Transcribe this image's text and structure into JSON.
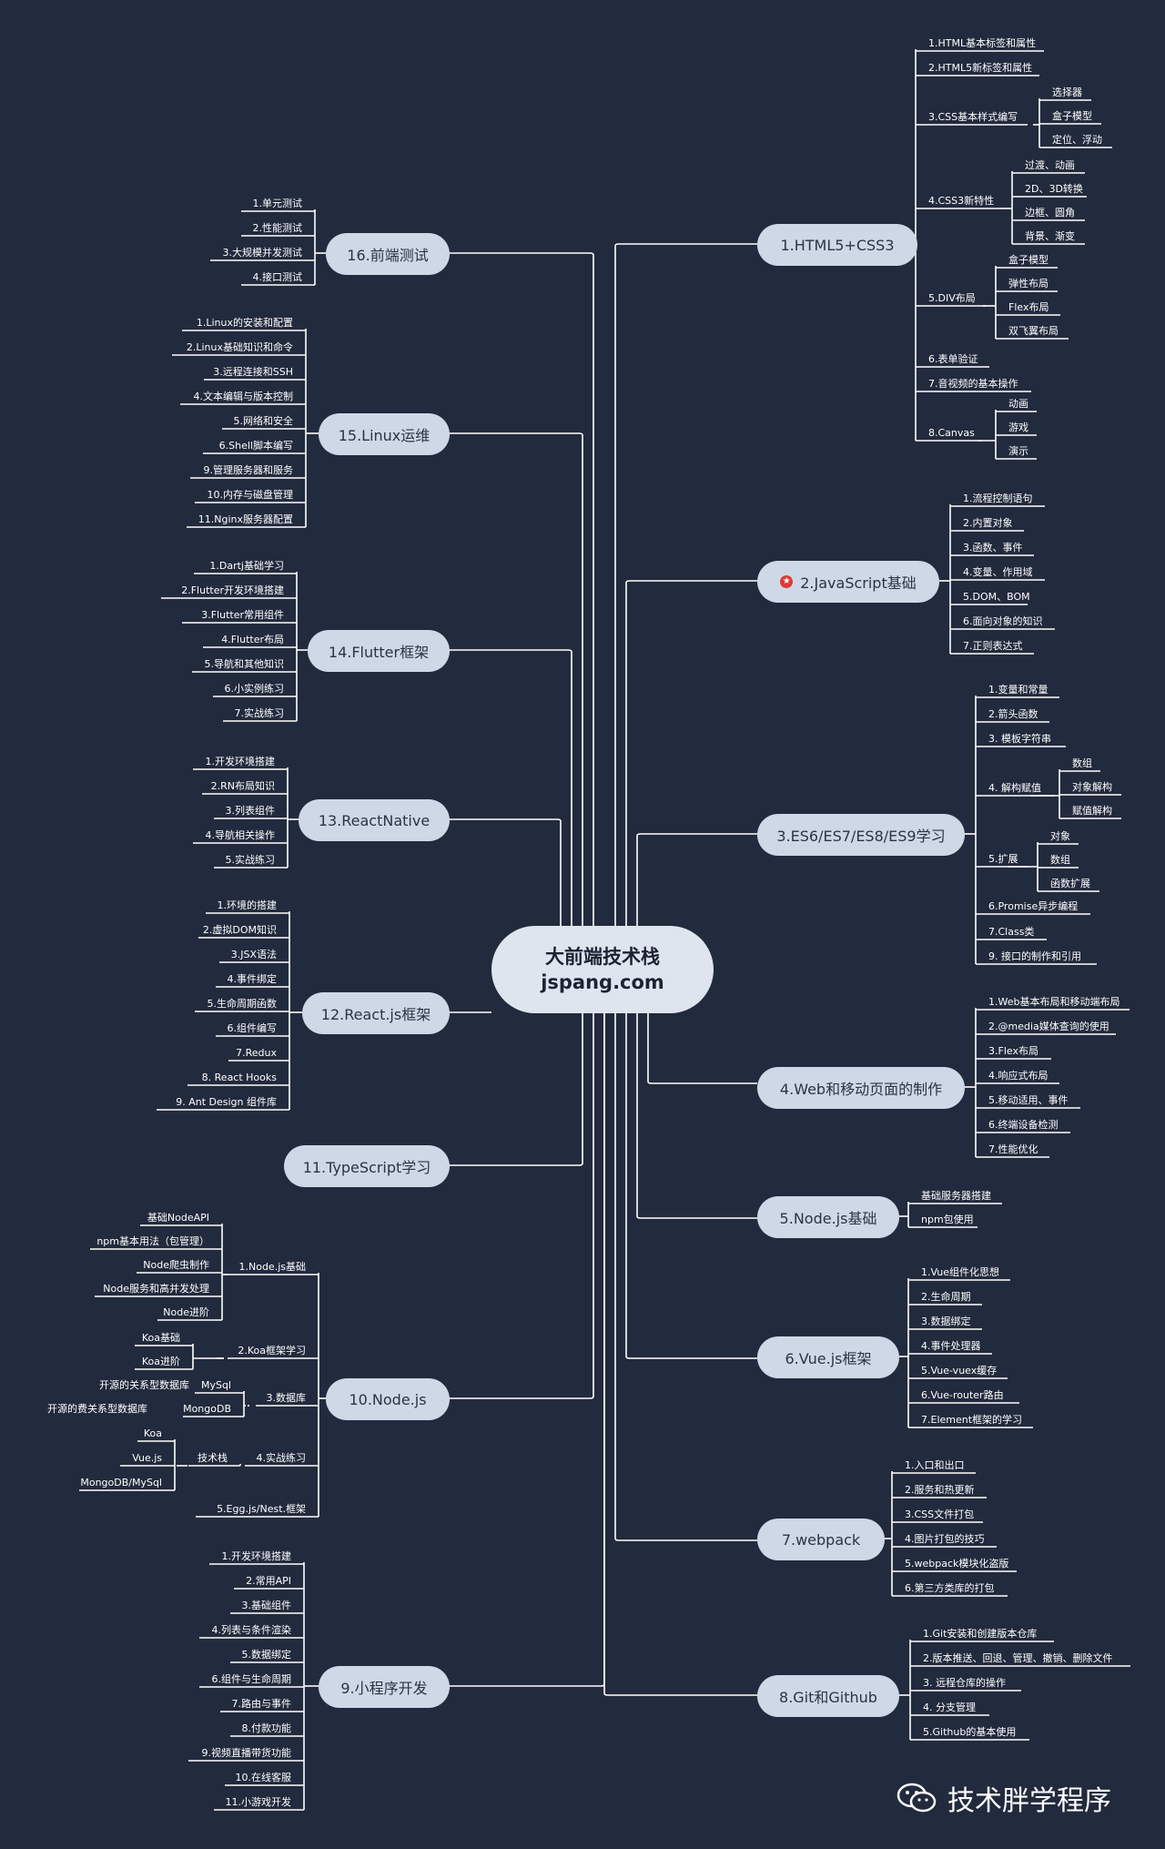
{
  "center": {
    "line1": "大前端技术栈",
    "line2": "jspang.com"
  },
  "branches": {
    "b1": "1.HTML5+CSS3",
    "b2": "2.JavaScript基础",
    "b3": "3.ES6/ES7/ES8/ES9学习",
    "b4": "4.Web和移动页面的制作",
    "b5": "5.Node.js基础",
    "b6": "6.Vue.js框架",
    "b7": "7.webpack",
    "b8": "8.Git和Github",
    "b9": "9.小程序开发",
    "b10": "10.Node.js",
    "b11": "11.TypeScript学习",
    "b12": "12.React.js框架",
    "b13": "13.ReactNative",
    "b14": "14.Flutter框架",
    "b15": "15.Linux运维",
    "b16": "16.前端测试"
  },
  "leaves": {
    "b1": [
      "1.HTML基本标签和属性",
      "2.HTML5新标签和属性",
      "3.CSS基本样式编写",
      "4.CSS3新特性",
      "5.DIV布局",
      "6.表单验证",
      "7.音视频的基本操作",
      "8.Canvas"
    ],
    "b1_css": [
      "选择器",
      "盒子模型",
      "定位、浮动"
    ],
    "b1_css3": [
      "过渡、动画",
      "2D、3D转换",
      "边框、圆角",
      "背景、渐变"
    ],
    "b1_div": [
      "盒子模型",
      "弹性布局",
      "Flex布局",
      "双飞翼布局"
    ],
    "b1_canvas": [
      "动画",
      "游戏",
      "演示"
    ],
    "b2": [
      "1.流程控制语句",
      "2.内置对象",
      "3.函数、事件",
      "4.变量、作用域",
      "5.DOM、BOM",
      "6.面向对象的知识",
      "7.正则表达式"
    ],
    "b3": [
      "1.变量和常量",
      "2.箭头函数",
      "3. 模板字符串",
      "4. 解构赋值",
      "5.扩展",
      "6.Promise异步编程",
      "7.Class类",
      "9. 接口的制作和引用"
    ],
    "b3_destruct": [
      "数组",
      "对象解构",
      "赋值解构"
    ],
    "b3_ext": [
      "对象",
      "数组",
      "函数扩展"
    ],
    "b4": [
      "1.Web基本布局和移动端布局",
      "2.@media媒体查询的使用",
      "3.Flex布局",
      "4.响应式布局",
      "5.移动适用、事件",
      "6.终端设备检测",
      "7.性能优化"
    ],
    "b5": [
      "基础服务器搭建",
      "npm包使用"
    ],
    "b6": [
      "1.Vue组件化思想",
      "2.生命周期",
      "3.数据绑定",
      "4.事件处理器",
      "5.Vue-vuex缓存",
      "6.Vue-router路由",
      "7.Element框架的学习"
    ],
    "b7": [
      "1.入口和出口",
      "2.服务和热更新",
      "3.CSS文件打包",
      "4.图片打包的技巧",
      "5.webpack模块化盗版",
      "6.第三方类库的打包"
    ],
    "b8": [
      "1.Git安装和创建版本仓库",
      "2.版本推送、回退、管理、撤销、删除文件",
      "3. 远程仓库的操作",
      "4. 分支管理",
      "5.Github的基本使用"
    ],
    "b9": [
      "1.开发环境搭建",
      "2.常用API",
      "3.基础组件",
      "4.列表与条件渲染",
      "5.数据绑定",
      "6.组件与生命周期",
      "7.路由与事件",
      "8.付款功能",
      "9.视频直播带货功能",
      "10.在线客服",
      "11.小游戏开发"
    ],
    "b10": [
      "1.Node.js基础",
      "2.Koa框架学习",
      "3.数据库",
      "4.实战练习",
      "5.Egg.js/Nest.框架"
    ],
    "b10_base": [
      "基础NodeAPI",
      "npm基本用法（包管理）",
      "Node爬虫制作",
      "Node服务和高并发处理",
      "Node进阶"
    ],
    "b10_koa": [
      "Koa基础",
      "Koa进阶"
    ],
    "b10_db": [
      "MySql",
      "MongoDB"
    ],
    "b10_db_desc": [
      "开源的关系型数据库",
      "开源的费关系型数据库"
    ],
    "b10_practice": [
      "技术栈"
    ],
    "b10_stack": [
      "Koa",
      "Vue.js",
      "MongoDB/MySql"
    ],
    "b12": [
      "1.环境的搭建",
      "2.虚拟DOM知识",
      "3.JSX语法",
      "4.事件绑定",
      "5.生命周期函数",
      "6.组件编写",
      "7.Redux",
      "8. React Hooks",
      "9. Ant Design 组件库"
    ],
    "b13": [
      "1.开发环境搭建",
      "2.RN布局知识",
      "3.列表组件",
      "4.导航相关操作",
      "5.实战练习"
    ],
    "b14": [
      "1.Dartj基础学习",
      "2.Flutter开发环境搭建",
      "3.Flutter常用组件",
      "4.Flutter布局",
      "5.导航和其他知识",
      "6.小实例练习",
      "7.实战练习"
    ],
    "b15": [
      "1.Linux的安装和配置",
      "2.Linux基础知识和命令",
      "3.远程连接和SSH",
      "4.文本编辑与版本控制",
      "5.网络和安全",
      "6.Shell脚本编写",
      "9.管理服务器和服务",
      "10.内存与磁盘管理",
      "11.Nginx服务器配置"
    ],
    "b16": [
      "1.单元测试",
      "2.性能测试",
      "3.大规模并发测试",
      "4.接口测试"
    ]
  },
  "watermark": {
    "text": "技术胖学程序",
    "icon": "wechat-icon"
  },
  "colors": {
    "background": "#222a3d",
    "node": "#cfd8e6",
    "line": "#ffffff",
    "text": "#ffffff",
    "star": "#e03a3a"
  }
}
